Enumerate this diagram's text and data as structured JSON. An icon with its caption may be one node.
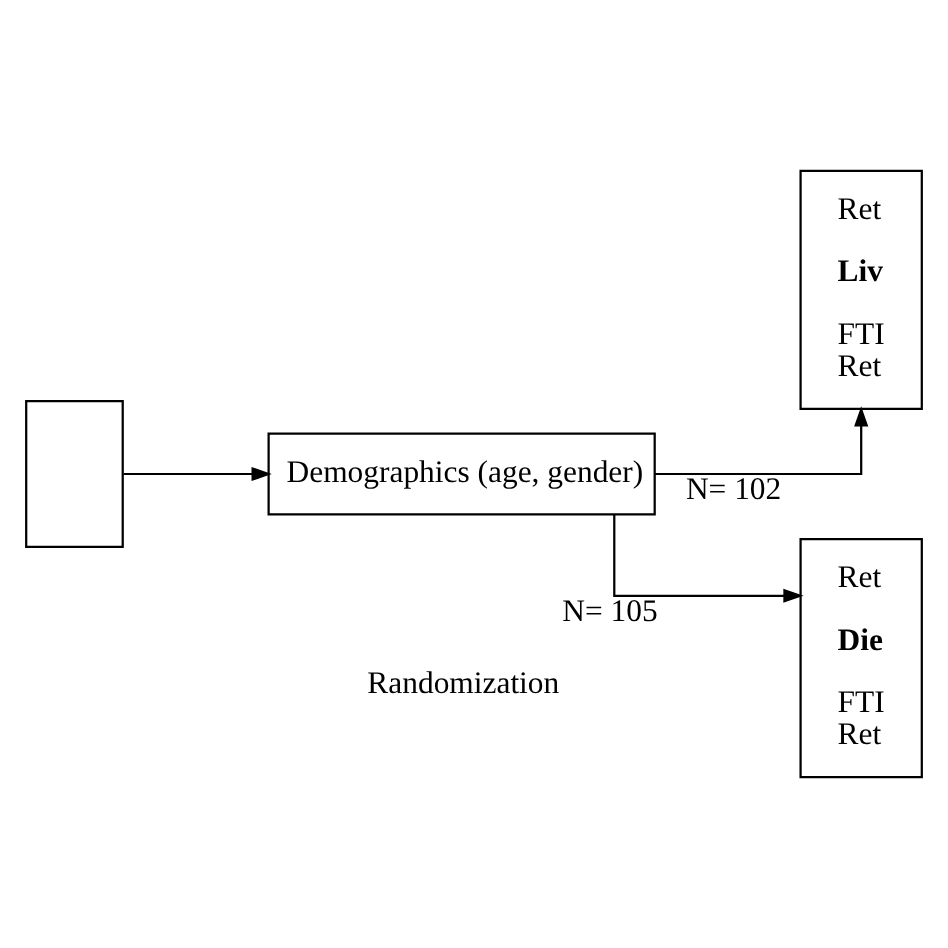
{
  "diagram": {
    "nodes": [
      {
        "text": [],
        "shape": "box"
      },
      {
        "text": [
          "Demographics (age, gender)"
        ]
      },
      {
        "text": [
          "Ret",
          "Liv",
          "FTI",
          "Ret"
        ]
      },
      {
        "text": [
          "Ret",
          "Die",
          "FTI",
          "Ret"
        ]
      }
    ],
    "edges": [
      {
        "from": 0,
        "to": 1,
        "arrow": "to"
      },
      {
        "from": 1,
        "to": 2,
        "arrow": "to",
        "label": "N= 102"
      },
      {
        "from": 1,
        "to": 3,
        "arrow": "to",
        "label": "N= 105"
      }
    ],
    "labels": [
      "Randomization"
    ]
  }
}
